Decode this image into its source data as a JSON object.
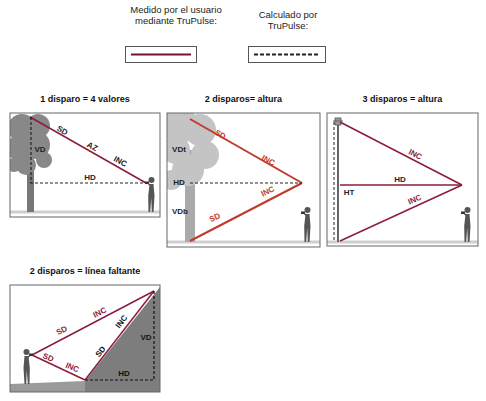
{
  "diagram": {
    "nodes": [
      {
        "text": [
          "1 disparo = 4 valores"
        ]
      },
      {
        "text": [
          "2 disparos= altura"
        ]
      },
      {
        "text": [
          "3 disparos = altura"
        ]
      },
      {
        "text": [
          "2 disparos = línea faltante"
        ]
      }
    ],
    "labels": [
      "VD",
      "SD",
      "AZ",
      "INC",
      "HD",
      "VDt",
      "SD",
      "HD",
      "INC",
      "VDb",
      "SD",
      "INC",
      "HT",
      "INC",
      "HD",
      "INC",
      "SD",
      "INC",
      "SD",
      "INC",
      "SD",
      "INC",
      "VD",
      "HD"
    ],
    "legend": [
      {
        "text": "Medido por el usuario mediante TruPulse:"
      },
      {
        "text": "Calculado por TruPulse:"
      }
    ]
  }
}
